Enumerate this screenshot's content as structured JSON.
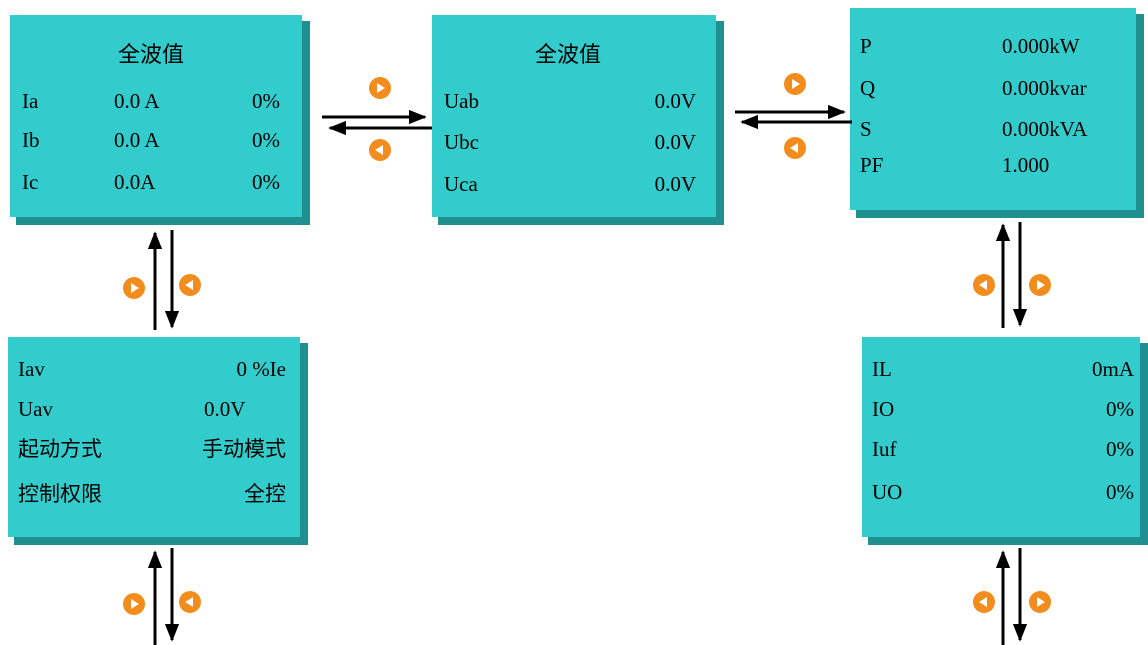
{
  "panels": {
    "current": {
      "title": "全波值",
      "rows": [
        {
          "label": "Ia",
          "value": "0.0 A",
          "pct": "0%"
        },
        {
          "label": "Ib",
          "value": "0.0 A",
          "pct": "0%"
        },
        {
          "label": "Ic",
          "value": "0.0A",
          "pct": "0%"
        }
      ]
    },
    "voltage": {
      "title": "全波值",
      "rows": [
        {
          "label": "Uab",
          "value": "0.0V"
        },
        {
          "label": "Ubc",
          "value": "0.0V"
        },
        {
          "label": "Uca",
          "value": "0.0V"
        }
      ]
    },
    "power": {
      "rows": [
        {
          "label": "P",
          "value": "0.000kW"
        },
        {
          "label": "Q",
          "value": "0.000kvar"
        },
        {
          "label": "S",
          "value": "0.000kVA"
        },
        {
          "label": "PF",
          "value": "1.000"
        }
      ]
    },
    "average": {
      "rows": [
        {
          "label": "Iav",
          "value": "0 %Ie"
        },
        {
          "label": "Uav",
          "value": "0.0V"
        },
        {
          "label": "起动方式",
          "value": "手动模式"
        },
        {
          "label": "控制权限",
          "value": "全控"
        }
      ]
    },
    "leakage": {
      "rows": [
        {
          "label": "IL",
          "value": "0mA"
        },
        {
          "label": "IO",
          "value": "0%"
        },
        {
          "label": "Iuf",
          "value": "0%"
        },
        {
          "label": "UO",
          "value": "0%"
        }
      ]
    }
  },
  "colors": {
    "panel": "#33cccc",
    "panel_shadow": "#1f8f8f",
    "button_orange": "#f28c1c",
    "arrow": "#000000"
  },
  "icons": {
    "right_button": "orange-right-triangle-button",
    "left_button": "orange-left-triangle-button"
  }
}
